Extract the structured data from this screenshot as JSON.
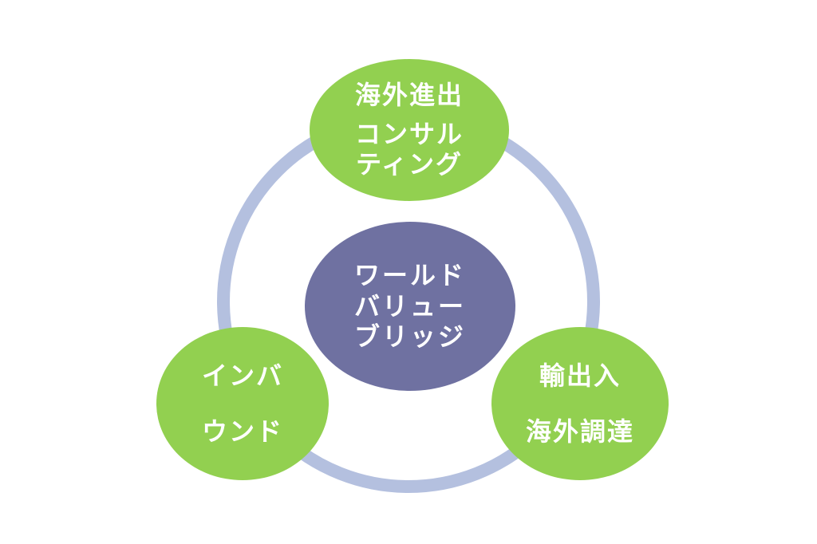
{
  "center": {
    "lines": [
      "ワールド",
      "バリュー",
      "ブリッジ"
    ]
  },
  "top": {
    "lines": [
      "海外進出",
      "コンサル",
      "ティング"
    ]
  },
  "left": {
    "lines": [
      "インバ",
      "ウンド"
    ]
  },
  "right": {
    "lines": [
      "輸出入",
      "海外調達"
    ]
  },
  "colors": {
    "ring": "#b4c0df",
    "node": "#92d050",
    "center": "#6f71a1",
    "text": "#ffffff"
  }
}
